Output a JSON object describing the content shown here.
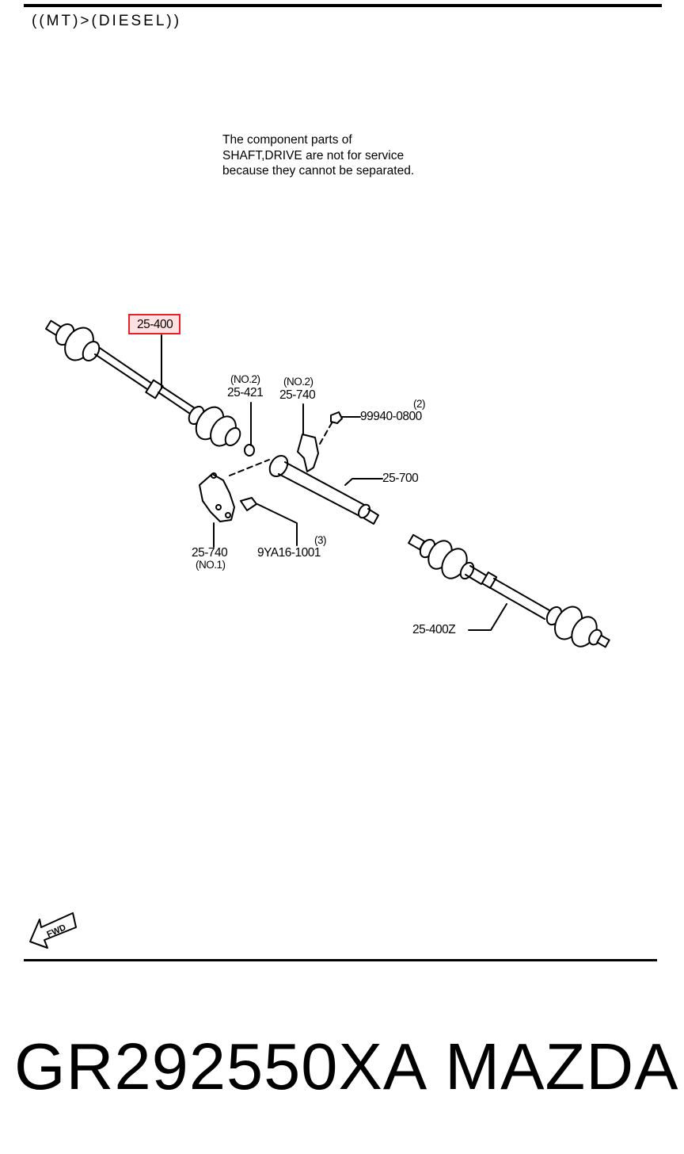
{
  "header": {
    "title": "((MT)>(DIESEL))"
  },
  "note": {
    "text": "The component parts of\nSHAFT,DRIVE are not for service\nbecause they cannot be separated."
  },
  "callouts": {
    "c_25400": "25-400",
    "c_25421_no": "(NO.2)",
    "c_25421": "25-421",
    "c_25740_top_no": "(NO.2)",
    "c_25740_top": "25-740",
    "c_99940_qty": "(2)",
    "c_99940": "99940-0800",
    "c_25700": "25-700",
    "c_9ya_qty": "(3)",
    "c_9ya": "9YA16-1001",
    "c_25740_bot": "25-740",
    "c_25740_bot_no": "(NO.1)",
    "c_25400z": "25-400Z"
  },
  "fwd_icon": {
    "text": "FWD"
  },
  "footer": {
    "part_number": "GR292550XA",
    "brand": "MAZDA"
  },
  "colors": {
    "highlight": "#e8202a",
    "line": "#000000"
  }
}
